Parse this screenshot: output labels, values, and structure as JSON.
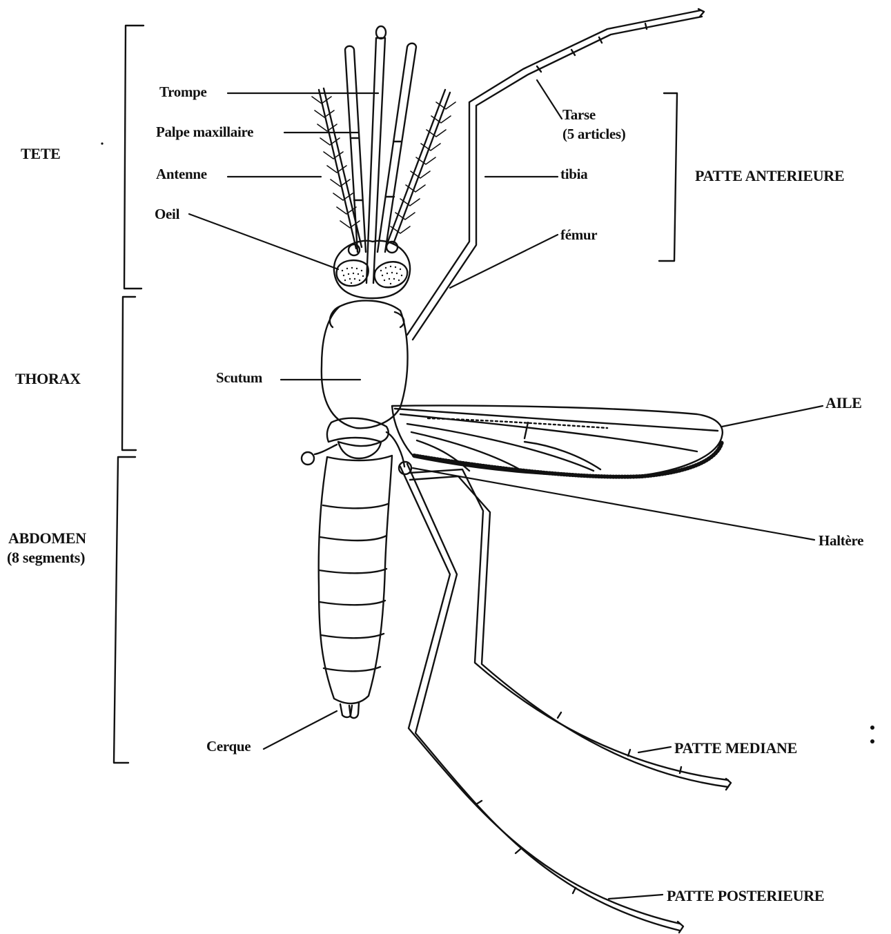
{
  "colors": {
    "ink": "#111111",
    "background": "#ffffff"
  },
  "regions": {
    "head": "TETE",
    "thorax": "THORAX",
    "abdomen_line1": "ABDOMEN",
    "abdomen_line2": "(8 segments)"
  },
  "head_parts": {
    "proboscis": "Trompe",
    "maxillary_palp": "Palpe maxillaire",
    "antenna": "Antenne",
    "eye": "Oeil"
  },
  "thorax_parts": {
    "scutum": "Scutum"
  },
  "abdomen_parts": {
    "cercus": "Cerque"
  },
  "front_leg": {
    "title": "PATTE ANTERIEURE",
    "tarsus_line1": "Tarse",
    "tarsus_line2": "(5 articles)",
    "tibia": "tibia",
    "femur": "fémur"
  },
  "other_parts": {
    "wing": "AILE",
    "haltere": "Haltère",
    "middle_leg": "PATTE MEDIANE",
    "hind_leg": "PATTE POSTERIEURE"
  }
}
